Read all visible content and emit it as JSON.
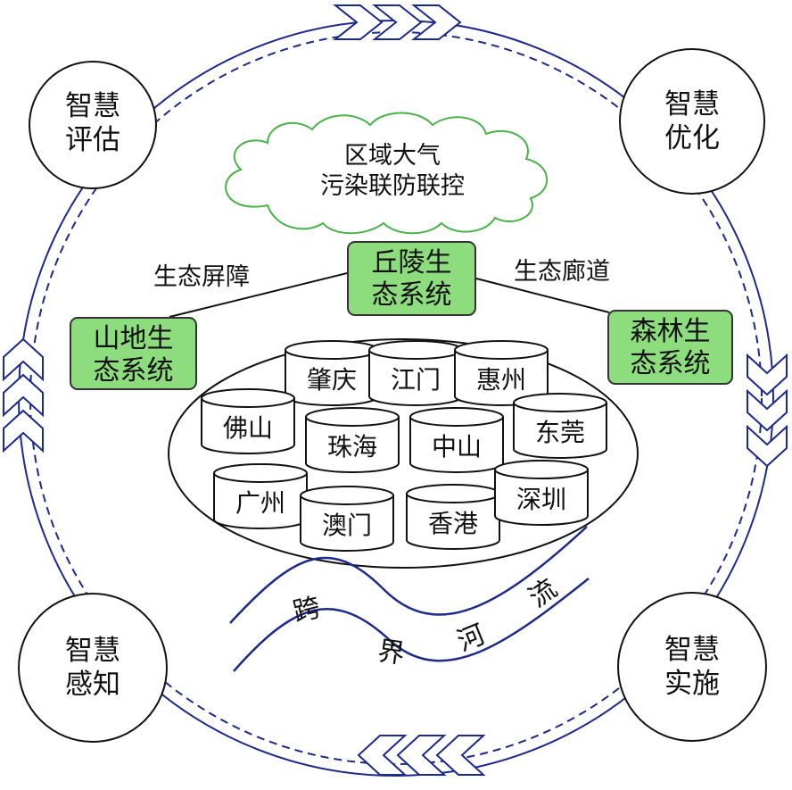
{
  "corners": {
    "top_left": {
      "line1": "智慧",
      "line2": "评估"
    },
    "top_right": {
      "line1": "智慧",
      "line2": "优化"
    },
    "bottom_left": {
      "line1": "智慧",
      "line2": "感知"
    },
    "bottom_right": {
      "line1": "智慧",
      "line2": "实施"
    }
  },
  "cloud": {
    "line1": "区域大气",
    "line2": "污染联防联控"
  },
  "ecosystems": {
    "hill": {
      "line1": "丘陵生",
      "line2": "态系统"
    },
    "mountain": {
      "line1": "山地生",
      "line2": "态系统"
    },
    "forest": {
      "line1": "森林生",
      "line2": "态系统"
    }
  },
  "links": {
    "barrier": "生态屏障",
    "corridor": "生态廊道"
  },
  "cities": [
    "肇庆",
    "江门",
    "惠州",
    "佛山",
    "珠海",
    "中山",
    "东莞",
    "广州",
    "澳门",
    "香港",
    "深圳"
  ],
  "river": {
    "chars": [
      "跨",
      "界",
      "河",
      "流"
    ]
  },
  "colors": {
    "line": "#1c2a8a",
    "box_fill": "#8ddc7e",
    "cloud_fill": "#ffffff",
    "cloud_stroke": "#4bb24b"
  }
}
